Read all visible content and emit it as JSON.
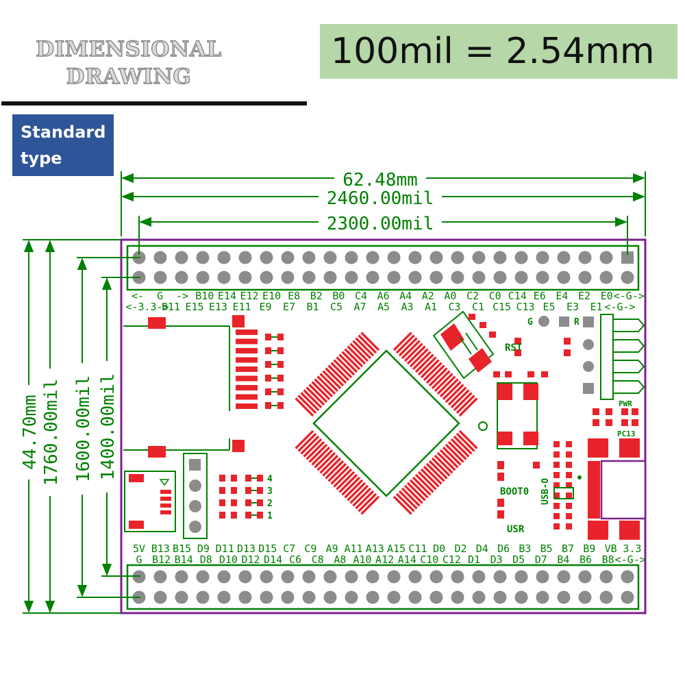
{
  "header": {
    "heading_line1": "DIMENSIONAL",
    "heading_line2": "DRAWING",
    "scale_note": "100mil = 2.54mm",
    "type_line1": "Standard",
    "type_line2": "type"
  },
  "dimensions": {
    "width_mm": "62.48mm",
    "width_mil": "2460.00mil",
    "pin_span_mil": "2300.00mil",
    "height_mm": "44.70mm",
    "height_mil": "1760.00mil",
    "row_span_1": "1600.00mil",
    "row_span_2": "1400.00mil"
  },
  "pin_labels": {
    "top_outer": [
      "<-",
      "G",
      "->",
      "B10",
      "E14",
      "E12",
      "E10",
      "E8",
      "B2",
      "B0",
      "C4",
      "A6",
      "A4",
      "A2",
      "A0",
      "C2",
      "C0",
      "C14",
      "E6",
      "E4",
      "E2",
      "E0",
      "<-G->"
    ],
    "top_inner": [
      "<-3.3->",
      "B11",
      "E15",
      "E13",
      "E11",
      "E9",
      "E7",
      "B1",
      "C5",
      "A7",
      "A5",
      "A3",
      "A1",
      "C3",
      "C1",
      "C15",
      "C13",
      "E5",
      "E3",
      "E1",
      "<-G->"
    ],
    "bottom_outer": [
      "5V",
      "B13",
      "B15",
      "D9",
      "D11",
      "D13",
      "D15",
      "C7",
      "C9",
      "A9",
      "A11",
      "A13",
      "A15",
      "C11",
      "D0",
      "D2",
      "D4",
      "D6",
      "B3",
      "B5",
      "B7",
      "B9",
      "VB",
      "3.3"
    ],
    "bottom_inner": [
      "G",
      "B12",
      "B14",
      "D8",
      "D10",
      "D12",
      "D14",
      "C6",
      "C8",
      "A8",
      "A10",
      "A12",
      "A14",
      "C10",
      "C12",
      "D1",
      "D3",
      "D5",
      "D7",
      "B4",
      "B6",
      "B8",
      "<-G->"
    ]
  },
  "silkscreen": {
    "rst": "RST",
    "pwr": "PWR",
    "pc13": "PC13",
    "boot0": "BOOT0",
    "usr": "USR",
    "usb": "USB-O",
    "g": "G",
    "r": "R",
    "jumper_1": "1",
    "jumper_2": "2",
    "jumper_3": "3",
    "jumper_4": "4"
  },
  "colors": {
    "dimension": "#008000",
    "board_outline": "#7b1f8c",
    "pad": "#e8242a",
    "silkscreen": "#008000",
    "pin": "#8c8c8c",
    "heading_bg": "#b6d7a8",
    "type_bg": "#2e5597"
  }
}
